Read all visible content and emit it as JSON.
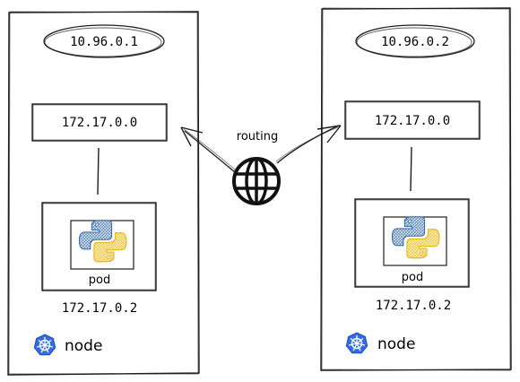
{
  "routing_label": "routing",
  "nodes": [
    {
      "service_ip": "10.96.0.1",
      "bridge_ip": "172.17.0.0",
      "pod_label": "pod",
      "pod_ip": "172.17.0.2",
      "node_label": "node",
      "pod_icon": "python-logo",
      "node_icon": "kubernetes-helm-icon"
    },
    {
      "service_ip": "10.96.0.2",
      "bridge_ip": "172.17.0.0",
      "pod_label": "pod",
      "pod_ip": "172.17.0.2",
      "node_label": "node",
      "pod_icon": "python-logo",
      "node_icon": "kubernetes-helm-icon"
    }
  ],
  "colors": {
    "stroke": "#1e1e1e",
    "python_blue": "#3d6fa5",
    "python_yellow": "#f7d13b",
    "k8s_blue": "#326ce5"
  }
}
